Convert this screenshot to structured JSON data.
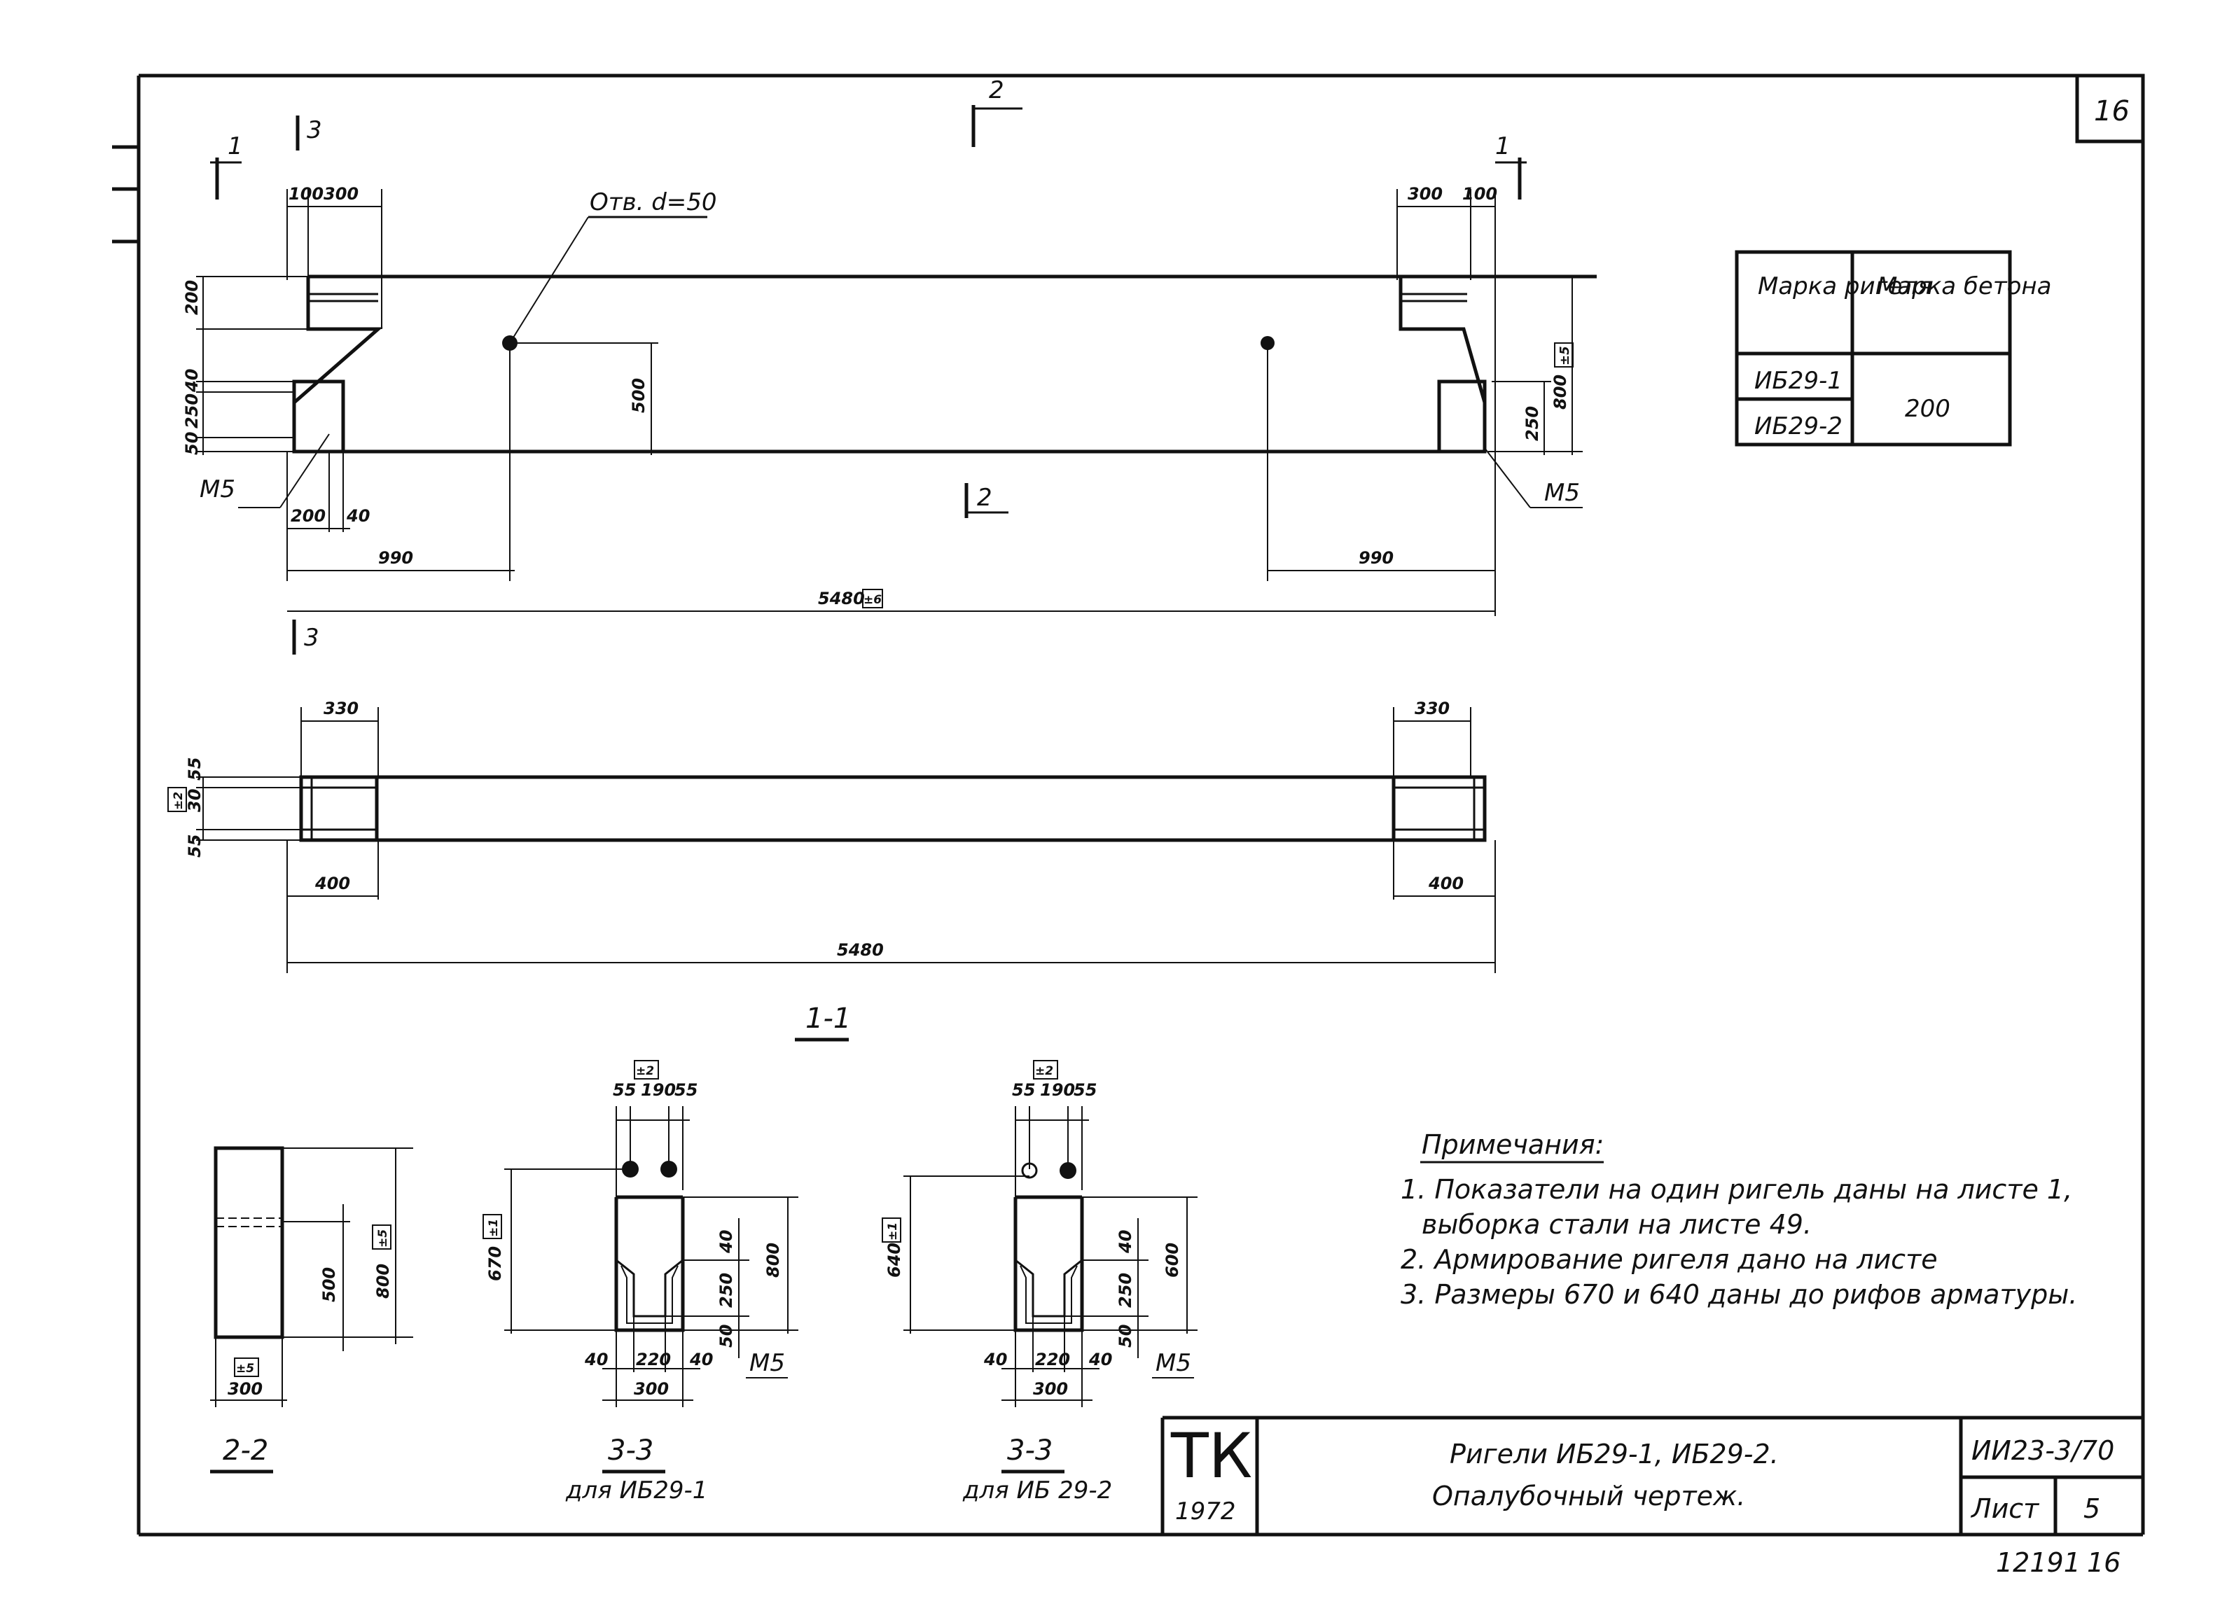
{
  "sheet_number_corner": "16",
  "section_marks": {
    "s1_left": "1",
    "s1_right": "1",
    "s2_top": "2",
    "s2_bottom": "2",
    "s3_top": "3",
    "s3_bottom": "3"
  },
  "elevation": {
    "hole_label": "Отв. d=50",
    "dims": {
      "left_top_a": "100",
      "left_top_b": "300",
      "right_top_a": "300",
      "right_top_b": "100",
      "left_h_top": "200",
      "left_h_40": "40",
      "left_h_250": "250",
      "left_h_50": "50",
      "center_500": "500",
      "right_250": "250",
      "right_800": "800",
      "right_800_tol": "±5",
      "left_200": "200",
      "left_40": "40",
      "left_990": "990",
      "right_990": "990",
      "total": "5480",
      "total_tol": "±6"
    },
    "m5_left": "М5",
    "m5_right": "М5"
  },
  "plan": {
    "left_330": "330",
    "right_330": "330",
    "left_400": "400",
    "right_400": "400",
    "total": "5480",
    "w_55a": "55",
    "w_30": "30",
    "w_55b": "55",
    "w_tol": "±2"
  },
  "section_11_label": "1-1",
  "section_22": {
    "label": "2-2",
    "dim_500": "500",
    "dim_800": "800",
    "dim_800_tol": "±5",
    "dim_300": "300",
    "dim_300_tol": "±5"
  },
  "section_33a": {
    "label": "3-3",
    "sub": "для ИБ29-1",
    "top_55a": "55",
    "top_190": "190",
    "top_55b": "55",
    "top_tol": "±2",
    "h_670": "670",
    "h_670_tol": "±1",
    "h_40": "40",
    "h_250": "250",
    "h_800": "800",
    "h_50": "50",
    "b_40a": "40",
    "b_220": "220",
    "b_40b": "40",
    "b_300": "300",
    "m5": "М5"
  },
  "section_33b": {
    "label": "3-3",
    "sub": "для ИБ 29-2",
    "top_55a": "55",
    "top_190": "190",
    "top_55b": "55",
    "top_tol": "±2",
    "h_640": "640",
    "h_640_tol": "±1",
    "h_40": "40",
    "h_250": "250",
    "h_600": "600",
    "h_50": "50",
    "b_40a": "40",
    "b_220": "220",
    "b_40b": "40",
    "b_300": "300",
    "m5": "М5"
  },
  "spec_table": {
    "header_col1": "Марка ригеля",
    "header_col2": "Марка бетона",
    "row1": "ИБ29-1",
    "row2": "ИБ29-2",
    "concrete": "200"
  },
  "notes": {
    "title": "Примечания:",
    "items": [
      "1. Показатели на один ригель даны на листе 1,",
      "выборка стали на листе 49.",
      "2. Армирование ригеля дано на листе",
      "3. Размеры 670 и 640 даны до рифов арматуры."
    ]
  },
  "title_block": {
    "logo": "ТК",
    "year": "1972",
    "title_line1": "Ригели ИБ29-1, ИБ29-2.",
    "title_line2": "Опалубочный чертеж.",
    "code": "ИИ23-3/70",
    "sheet_label": "Лист",
    "sheet_num": "5",
    "archive_no": "12191",
    "archive_page": "16"
  },
  "colors": {
    "ink": "#111111",
    "paper": "#ffffff"
  }
}
